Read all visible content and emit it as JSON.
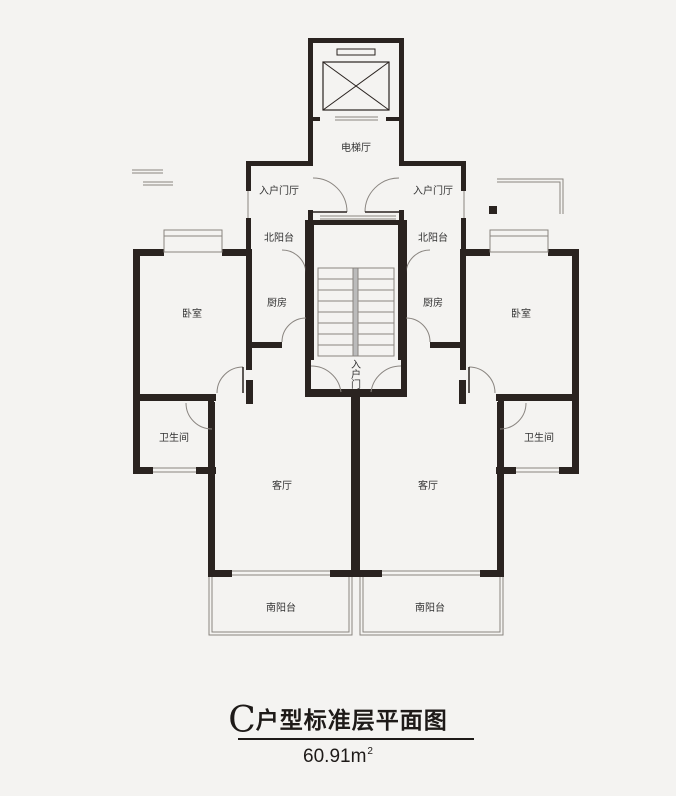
{
  "rooms": {
    "elevator_hall": "电梯厅",
    "entry_hall_left": "入户门厅",
    "entry_hall_right": "入户门厅",
    "north_balcony_left": "北阳台",
    "north_balcony_right": "北阳台",
    "bedroom_left": "卧室",
    "bedroom_right": "卧室",
    "kitchen_left": "厨房",
    "kitchen_right": "厨房",
    "entry_door_chars": [
      "入",
      "户",
      "门"
    ],
    "bathroom_left": "卫生间",
    "bathroom_right": "卫生间",
    "living_left": "客厅",
    "living_right": "客厅",
    "south_balcony_left": "南阳台",
    "south_balcony_right": "南阳台"
  },
  "caption": {
    "type_letter": "C",
    "title_rest": "户型标准层平面图",
    "area_value": "60.91m",
    "area_sup": "2"
  },
  "colors": {
    "background": "#f4f3f1",
    "wall": "#2a2320",
    "thin_line": "#8a8580"
  }
}
